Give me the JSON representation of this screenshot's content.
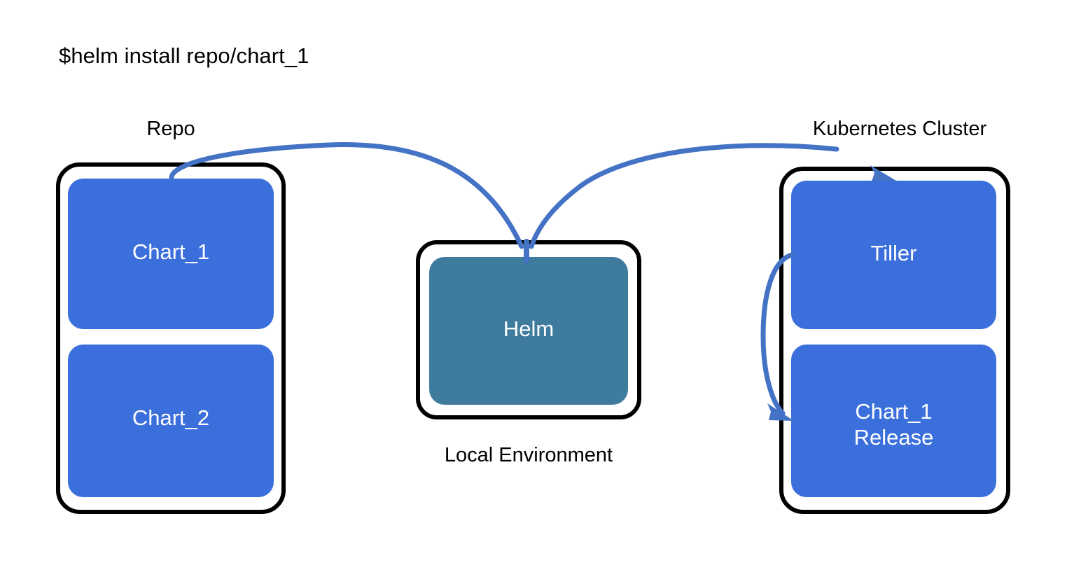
{
  "diagram": {
    "command": "$helm install repo/chart_1",
    "captions": {
      "repo": "Repo",
      "kubernetes": "Kubernetes Cluster",
      "local": "Local Environment"
    },
    "nodes": {
      "chart_1": "Chart_1",
      "chart_2": "Chart_2",
      "helm": "Helm",
      "tiller": "Tiller",
      "chart_1_release_line1": "Chart_1",
      "chart_1_release_line2": "Release"
    },
    "colors": {
      "chart_blue": "#3B6FDC",
      "helm_teal": "#3F7B9D",
      "arrow_blue": "#4472C4",
      "container_border": "#000000",
      "background": "#FFFFFF",
      "node_text": "#FFFFFF",
      "caption_text": "#000000"
    },
    "connections": [
      {
        "name": "repo-to-helm",
        "from": "Chart_1",
        "to": "Helm",
        "arrowhead": false
      },
      {
        "name": "tiller-to-helm",
        "from": "Tiller",
        "to": "Helm",
        "arrowhead": false
      },
      {
        "name": "helm-to-tiller",
        "from": "Helm",
        "to": "Tiller",
        "arrowhead": true
      },
      {
        "name": "tiller-to-release",
        "from": "Tiller",
        "to": "Chart_1 Release",
        "arrowhead": true
      }
    ]
  }
}
